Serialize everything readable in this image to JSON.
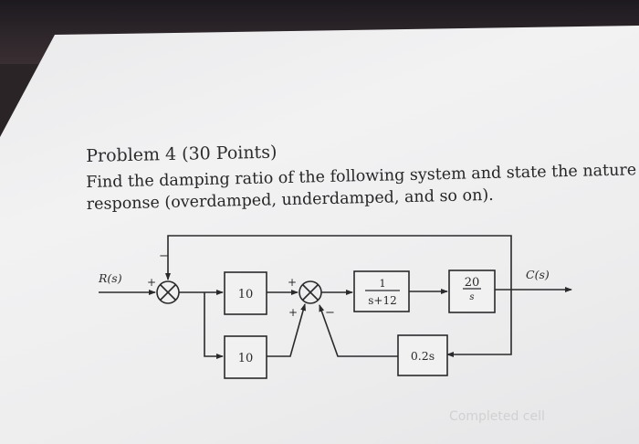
{
  "problem": {
    "title": "Problem 4 (30 Points)",
    "description_line1": "Find the damping ratio of the following system and state the nature of the",
    "description_line2": "response (overdamped, underdamped, and so on)."
  },
  "diagram": {
    "input_label": "R(s)",
    "output_label": "C(s)",
    "sum1_signs": {
      "input": "+",
      "feedback": "−"
    },
    "sum2_signs": {
      "forward": "+",
      "feedback": "−"
    },
    "sum2_lower_sign": "+",
    "block_gain_top": "10",
    "block_gain_bottom": "10",
    "block_plant": {
      "numerator": "1",
      "denominator": "s+12"
    },
    "block_integrator": {
      "numerator": "20",
      "denominator": "s"
    },
    "block_feedback": "0.2s"
  },
  "colors": {
    "ink": "#2a2a2c",
    "paper": "#efeff0",
    "background": "#2a2427"
  },
  "watermark": "Completed cell"
}
